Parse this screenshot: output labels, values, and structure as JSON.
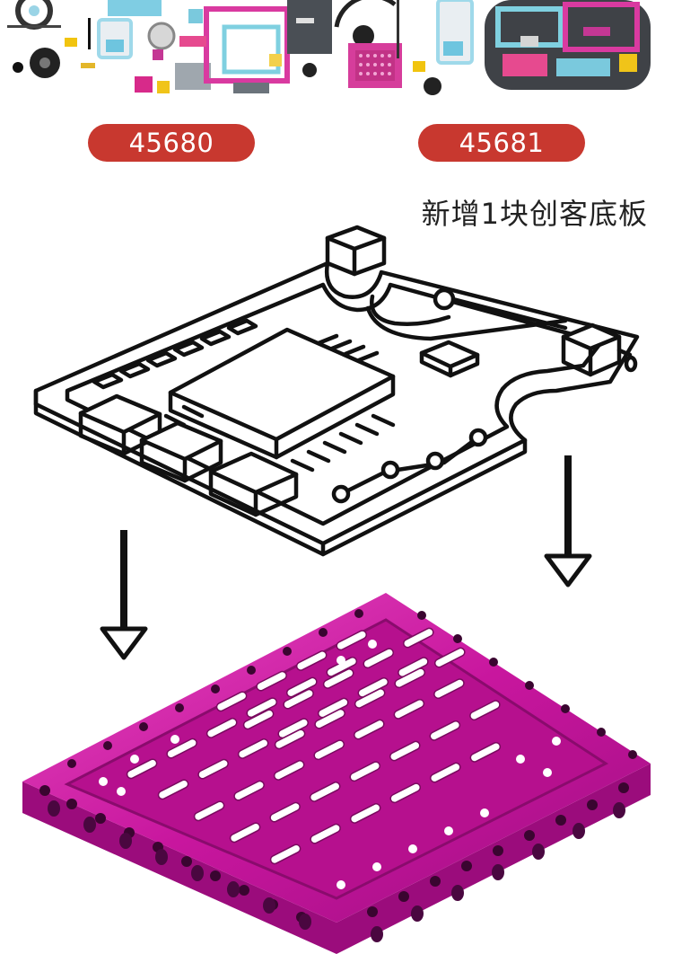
{
  "products": {
    "left_code": "45680",
    "right_code": "45681"
  },
  "caption": "新增1块创客底板",
  "colors": {
    "pill": "#c8382f",
    "plate": "#d21fa8",
    "plate_dark": "#8d0f71",
    "lineart": "#111111"
  },
  "icons": {
    "board": "circuit-board-illustration",
    "arrow": "down-arrow-outline",
    "plate": "magenta-base-plate"
  }
}
